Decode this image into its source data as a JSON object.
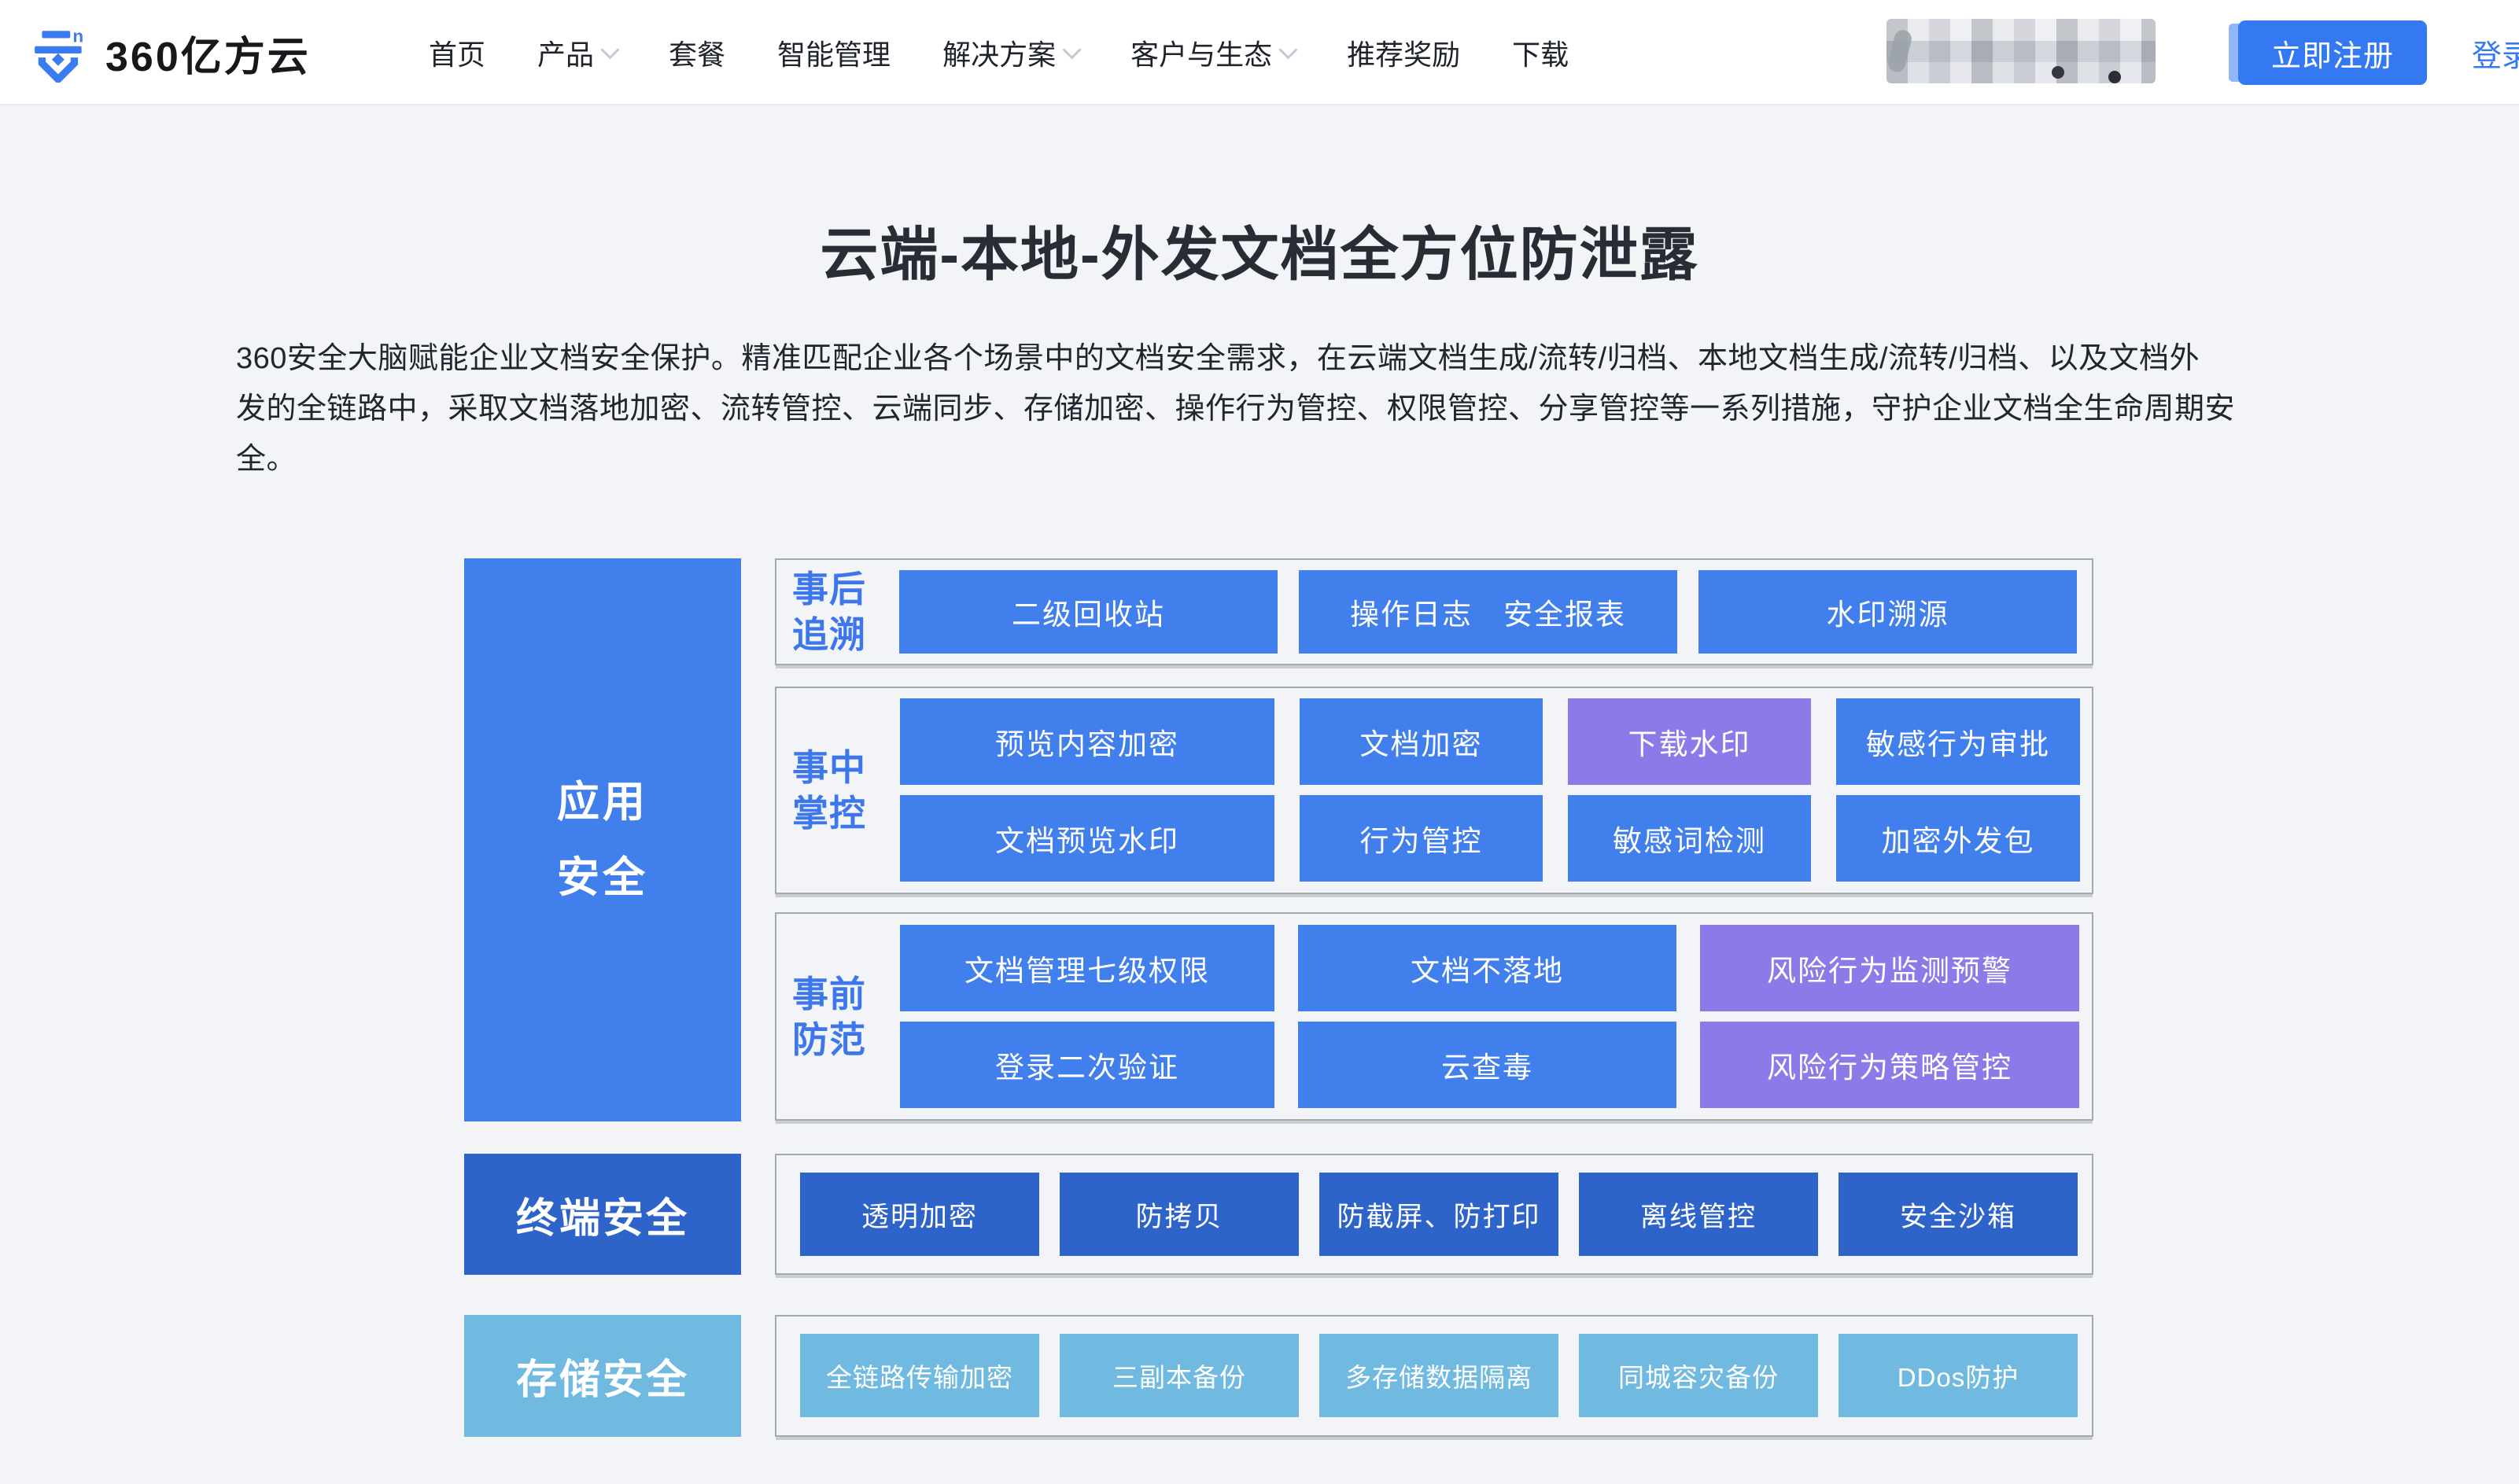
{
  "palette": {
    "primary_blue": "#417FEC",
    "dark_blue": "#2E64C9",
    "light_blue": "#70BAE2",
    "purple": "#8A7BE9",
    "group_label_blue": "#3D77EB",
    "button_blue": "#3478F2",
    "page_background": "#F2F4F8"
  },
  "header": {
    "logo_text": "360亿方云",
    "nav": [
      {
        "label": "首页"
      },
      {
        "label": "产品"
      },
      {
        "label": "套餐"
      },
      {
        "label": "智能管理"
      },
      {
        "label": "解决方案"
      },
      {
        "label": "客户与生态"
      },
      {
        "label": "推荐奖励"
      },
      {
        "label": "下载"
      }
    ],
    "register_label": "立即注册",
    "login_label": "登录"
  },
  "hero": {
    "title": "云端-本地-外发文档全方位防泄露",
    "description_lines": [
      "360安全大脑赋能企业文档安全保护。精准匹配企业各个场景中的文档安全需求，在云端文档生成/流转/归档、本地文档生成/流转/归档、以及文档外",
      "发的全链路中，采取文档落地加密、流转管控、云端同步、存储加密、操作行为管控、权限管控、分享管控等一系列措施，守护企业文档全生命周期安",
      "全。"
    ]
  },
  "diagram": {
    "app_label_line1": "应用",
    "app_label_line2": "安全",
    "terminal_label": "终端安全",
    "storage_label": "存储安全",
    "groups": [
      {
        "label_line1": "事后",
        "label_line2": "追溯",
        "cells": [
          "二级回收站",
          "操作日志　安全报表",
          "水印溯源"
        ]
      },
      {
        "label_line1": "事中",
        "label_line2": "掌控",
        "cells": [
          "预览内容加密",
          "文档加密",
          "下载水印",
          "敏感行为审批",
          "文档预览水印",
          "行为管控",
          "敏感词检测",
          "加密外发包"
        ]
      },
      {
        "label_line1": "事前",
        "label_line2": "防范",
        "cells": [
          "文档管理七级权限",
          "文档不落地",
          "风险行为监测预警",
          "登录二次验证",
          "云查毒",
          "风险行为策略管控"
        ]
      },
      {
        "cells": [
          "透明加密",
          "防拷贝",
          "防截屏、防打印",
          "离线管控",
          "安全沙箱"
        ]
      },
      {
        "cells": [
          "全链路传输加密",
          "三副本备份",
          "多存储数据隔离",
          "同城容灾备份",
          "DDos防护"
        ]
      }
    ]
  }
}
